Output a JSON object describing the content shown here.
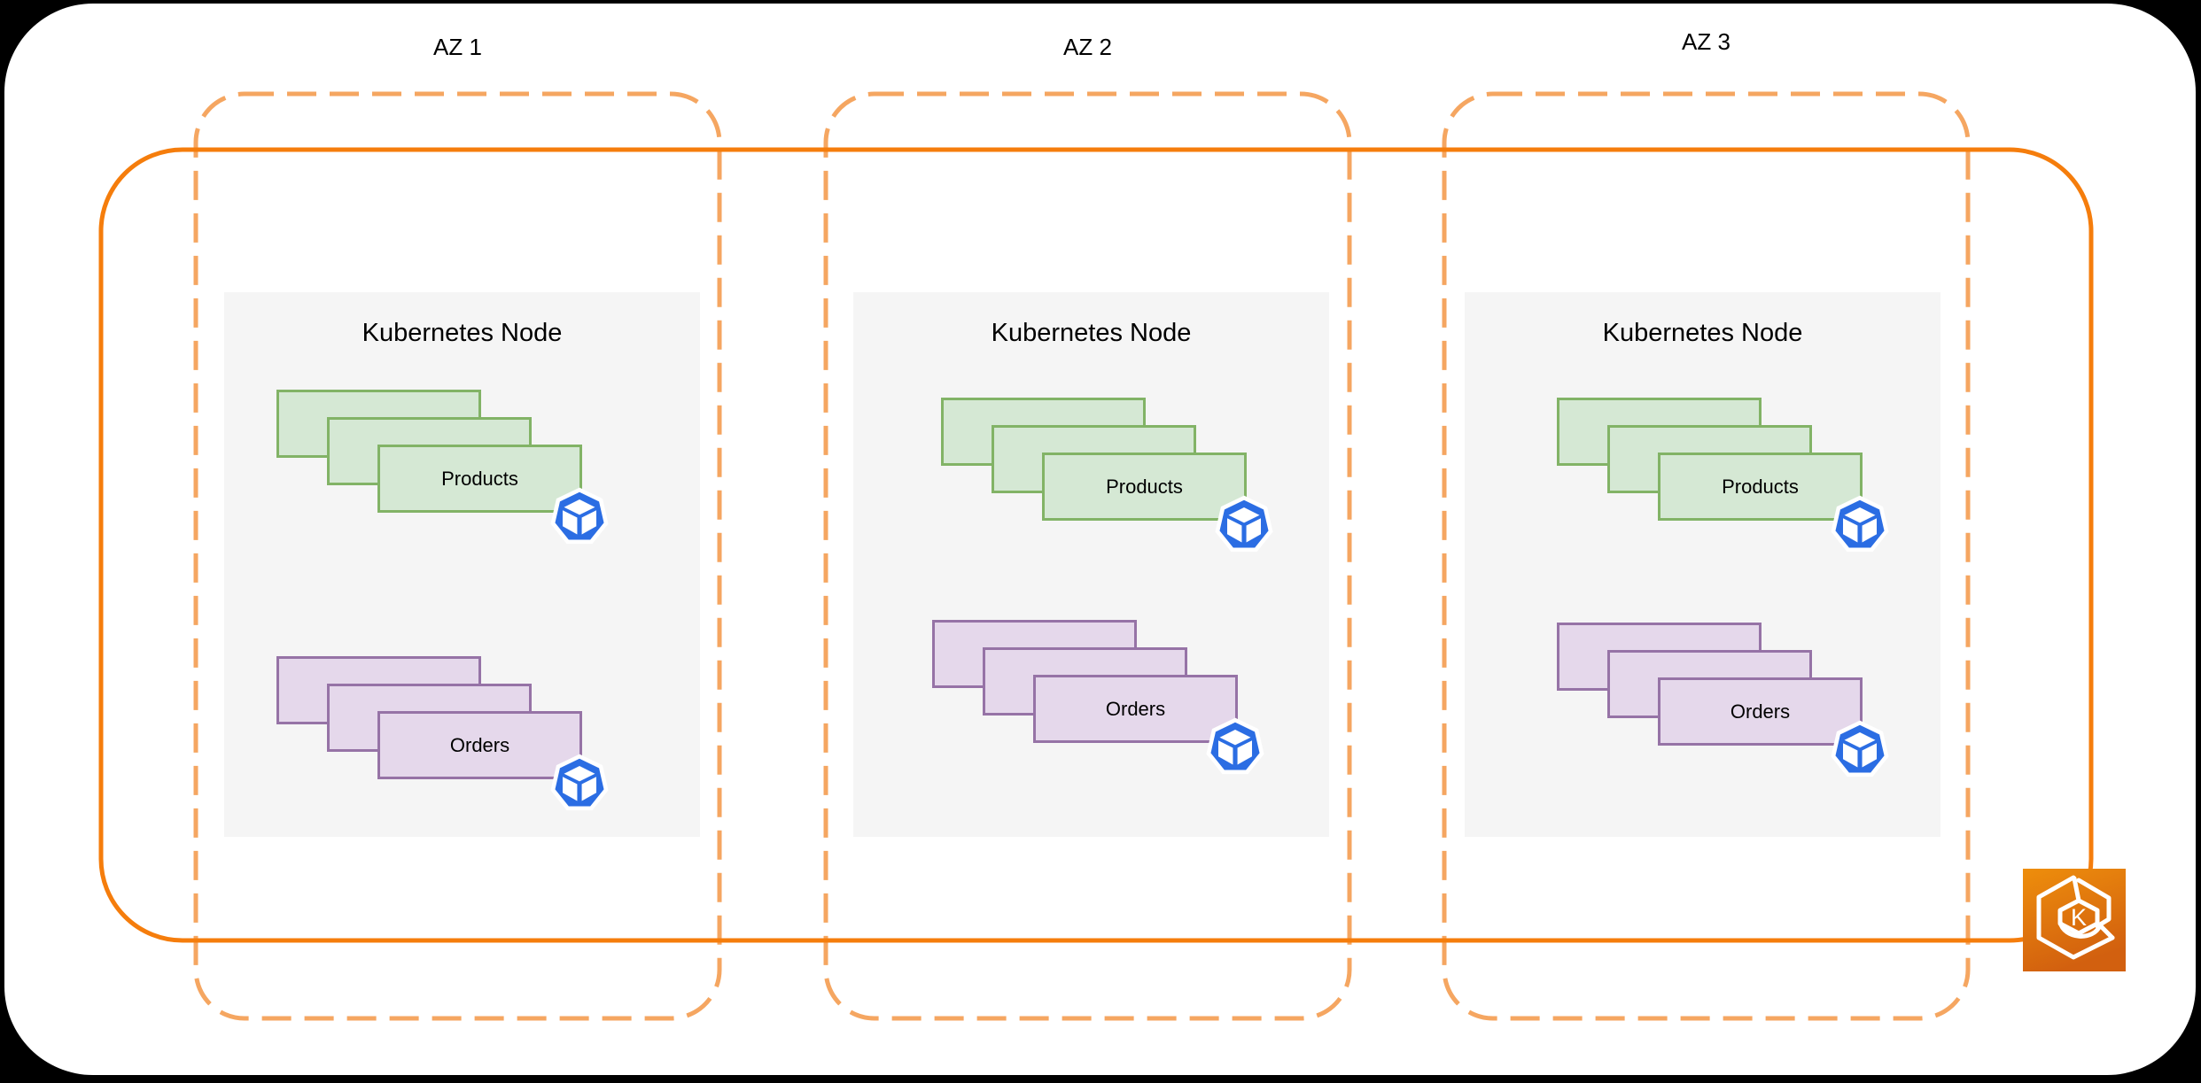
{
  "azs": [
    {
      "label": "AZ 1",
      "node_title": "Kubernetes Node",
      "stacks": [
        {
          "label": "Products"
        },
        {
          "label": "Orders"
        }
      ]
    },
    {
      "label": "AZ 2",
      "node_title": "Kubernetes Node",
      "stacks": [
        {
          "label": "Products"
        },
        {
          "label": "Orders"
        }
      ]
    },
    {
      "label": "AZ 3",
      "node_title": "Kubernetes Node",
      "stacks": [
        {
          "label": "Products"
        },
        {
          "label": "Orders"
        }
      ]
    }
  ],
  "eks_icon_letter": "K",
  "theme": {
    "page-bg": "#000000",
    "canvas-bg": "#ffffff",
    "cluster-orange": "#F57D0C",
    "az-orange": "#F5A661",
    "node-bg": "#F5F5F5",
    "green-fill": "#D5E8D4",
    "green-stroke": "#82B366",
    "purple-fill": "#E5D8EB",
    "purple-stroke": "#9673A6",
    "pod-blue": "#2B6DE3",
    "eks-top": "#EE8E0C",
    "eks-bottom": "#D2600F",
    "text": "#000000"
  }
}
